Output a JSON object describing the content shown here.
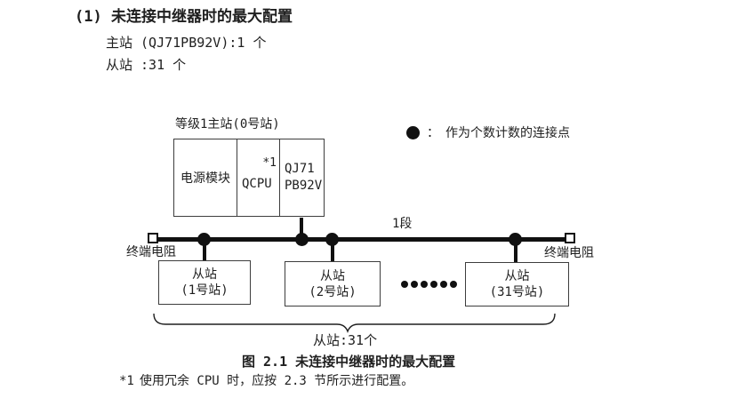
{
  "header": {
    "title": "(1) 未连接中继器时的最大配置",
    "master_count_line": "主站 (QJ71PB92V):1 个",
    "slave_count_line": "从站 :31 个"
  },
  "diagram": {
    "master_station_label": "等级1主站(0号站)",
    "master_modules": {
      "power": "电源模块",
      "cpu": "QCPU",
      "cpu_note": "*1",
      "network_line1": "QJ71",
      "network_line2": "PB92V"
    },
    "legend": {
      "separator": "：",
      "text": "作为个数计数的连接点"
    },
    "segment_label": "1段",
    "terminator_left_label": "终端电阻",
    "terminator_right_label": "终端电阻",
    "slaves": [
      {
        "line1": "从站",
        "line2": "(1号站)"
      },
      {
        "line1": "从站",
        "line2": "(2号站)"
      },
      {
        "line1": "从站",
        "line2": "(31号站)"
      }
    ],
    "slave_total_label": "从站:31个"
  },
  "caption": "图 2.1 未连接中继器时的最大配置",
  "footnote": {
    "marker": "*1",
    "text": "使用冗余 CPU 时，应按 2.3 节所示进行配置。"
  },
  "icons": {
    "connection_dot": "filled-circle",
    "terminating_resistor": "open-square",
    "ellipsis": "six-filled-dots"
  },
  "colors": {
    "ink": "#1f1f1f",
    "line": "#111111",
    "border": "#3d3d3d",
    "background": "#ffffff"
  }
}
